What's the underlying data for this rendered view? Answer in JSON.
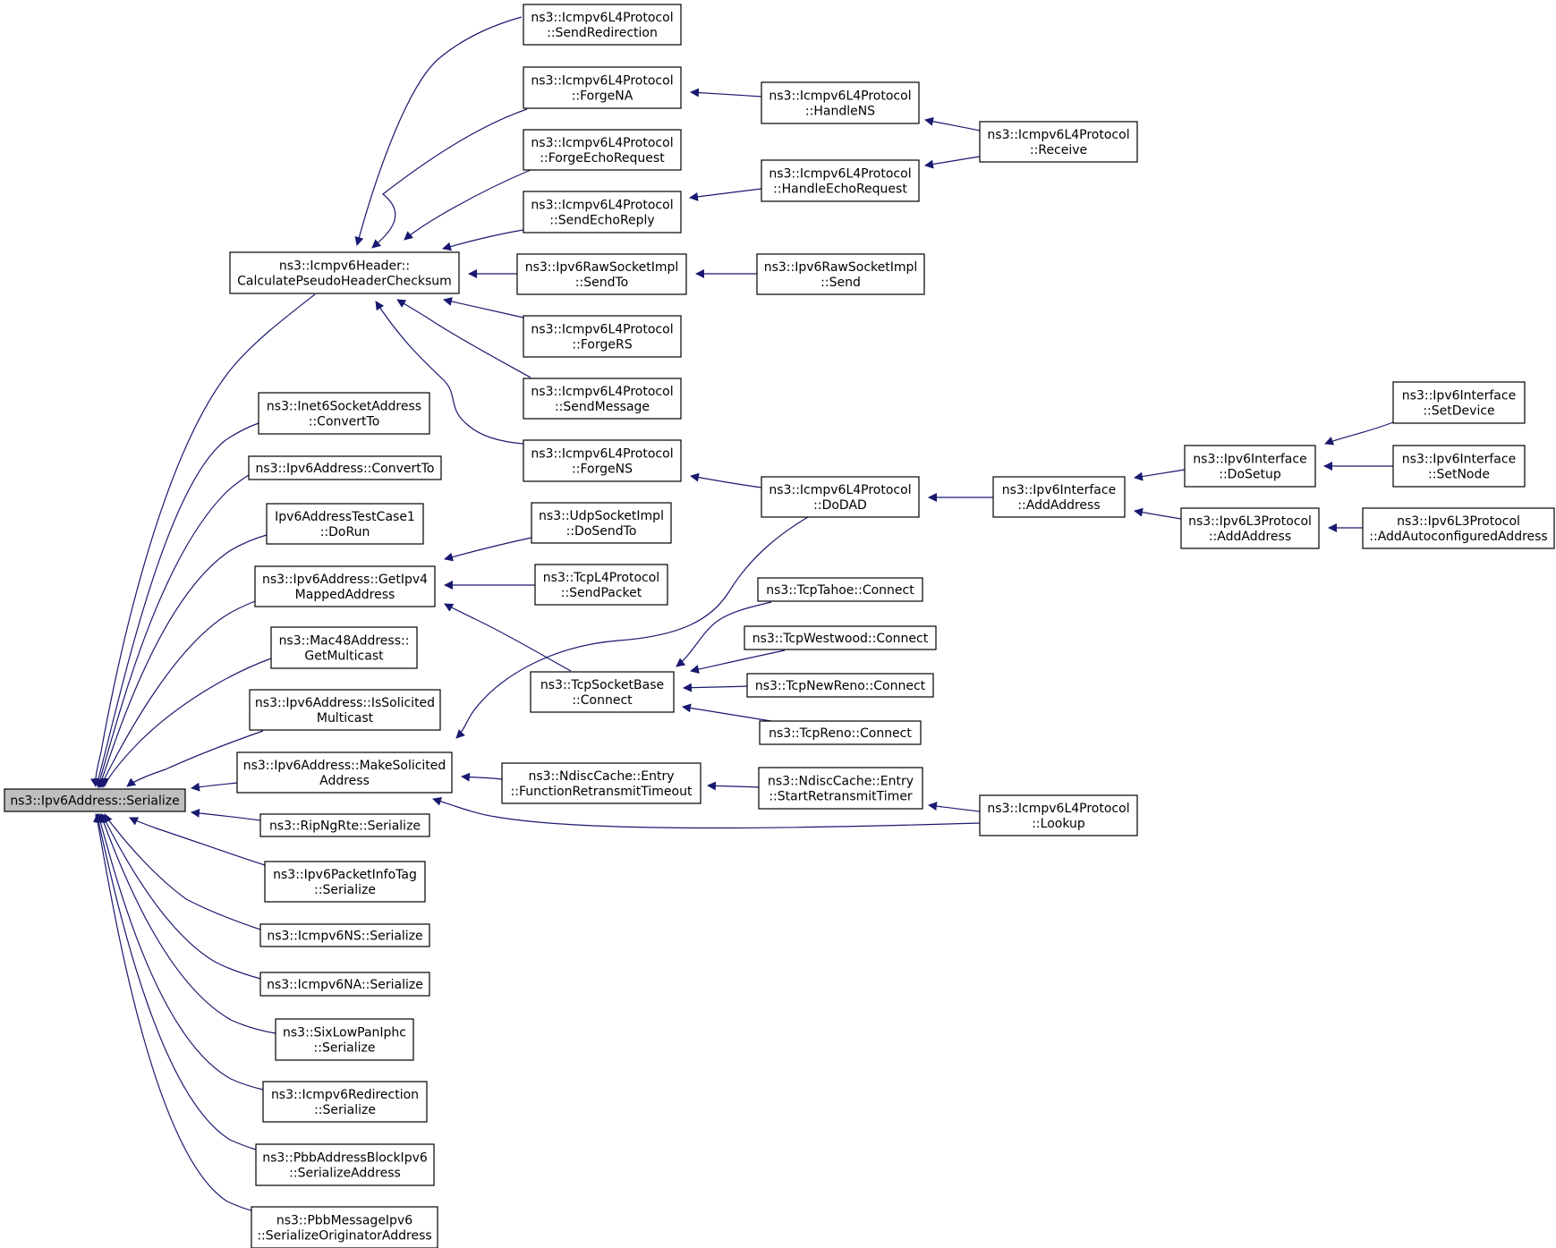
{
  "graph": {
    "edge_color": "#191970",
    "root_fill": "#bfbfbf",
    "nodes": [
      {
        "id": "serialize",
        "lines": [
          "ns3::Ipv6Address::Serialize"
        ],
        "root": true
      },
      {
        "id": "calcPseudo",
        "lines": [
          "ns3::Icmpv6Header::",
          "CalculatePseudoHeaderChecksum"
        ]
      },
      {
        "id": "inet6Convert",
        "lines": [
          "ns3::Inet6SocketAddress",
          "::ConvertTo"
        ]
      },
      {
        "id": "ipv6Convert",
        "lines": [
          "ns3::Ipv6Address::ConvertTo"
        ]
      },
      {
        "id": "testCase",
        "lines": [
          "Ipv6AddressTestCase1",
          "::DoRun"
        ]
      },
      {
        "id": "getIpv4Mapped",
        "lines": [
          "ns3::Ipv6Address::GetIpv4",
          "MappedAddress"
        ]
      },
      {
        "id": "mac48Multicast",
        "lines": [
          "ns3::Mac48Address::",
          "GetMulticast"
        ]
      },
      {
        "id": "isSolicited",
        "lines": [
          "ns3::Ipv6Address::IsSolicited",
          "Multicast"
        ]
      },
      {
        "id": "makeSolicited",
        "lines": [
          "ns3::Ipv6Address::MakeSolicited",
          "Address"
        ]
      },
      {
        "id": "ripNg",
        "lines": [
          "ns3::RipNgRte::Serialize"
        ]
      },
      {
        "id": "pktInfoTag",
        "lines": [
          "ns3::Ipv6PacketInfoTag",
          "::Serialize"
        ]
      },
      {
        "id": "icmpNS",
        "lines": [
          "ns3::Icmpv6NS::Serialize"
        ]
      },
      {
        "id": "icmpNA",
        "lines": [
          "ns3::Icmpv6NA::Serialize"
        ]
      },
      {
        "id": "sixLowPan",
        "lines": [
          "ns3::SixLowPanIphc",
          "::Serialize"
        ]
      },
      {
        "id": "icmpRedir",
        "lines": [
          "ns3::Icmpv6Redirection",
          "::Serialize"
        ]
      },
      {
        "id": "pbbBlock",
        "lines": [
          "ns3::PbbAddressBlockIpv6",
          "::SerializeAddress"
        ]
      },
      {
        "id": "pbbMsg",
        "lines": [
          "ns3::PbbMessageIpv6",
          "::SerializeOriginatorAddress"
        ]
      },
      {
        "id": "sendRedirection",
        "lines": [
          "ns3::Icmpv6L4Protocol",
          "::SendRedirection"
        ]
      },
      {
        "id": "forgeNA",
        "lines": [
          "ns3::Icmpv6L4Protocol",
          "::ForgeNA"
        ]
      },
      {
        "id": "forgeEcho",
        "lines": [
          "ns3::Icmpv6L4Protocol",
          "::ForgeEchoRequest"
        ]
      },
      {
        "id": "sendEchoReply",
        "lines": [
          "ns3::Icmpv6L4Protocol",
          "::SendEchoReply"
        ]
      },
      {
        "id": "rawSendTo",
        "lines": [
          "ns3::Ipv6RawSocketImpl",
          "::SendTo"
        ]
      },
      {
        "id": "forgeRS",
        "lines": [
          "ns3::Icmpv6L4Protocol",
          "::ForgeRS"
        ]
      },
      {
        "id": "sendMessage",
        "lines": [
          "ns3::Icmpv6L4Protocol",
          "::SendMessage"
        ]
      },
      {
        "id": "forgeNS",
        "lines": [
          "ns3::Icmpv6L4Protocol",
          "::ForgeNS"
        ]
      },
      {
        "id": "udpDoSendTo",
        "lines": [
          "ns3::UdpSocketImpl",
          "::DoSendTo"
        ]
      },
      {
        "id": "tcpSendPacket",
        "lines": [
          "ns3::TcpL4Protocol",
          "::SendPacket"
        ]
      },
      {
        "id": "tcpSockConnect",
        "lines": [
          "ns3::TcpSocketBase",
          "::Connect"
        ]
      },
      {
        "id": "ndiscRetransTimeout",
        "lines": [
          "ns3::NdiscCache::Entry",
          "::FunctionRetransmitTimeout"
        ]
      },
      {
        "id": "handleNS",
        "lines": [
          "ns3::Icmpv6L4Protocol",
          "::HandleNS"
        ]
      },
      {
        "id": "handleEcho",
        "lines": [
          "ns3::Icmpv6L4Protocol",
          "::HandleEchoRequest"
        ]
      },
      {
        "id": "rawSend",
        "lines": [
          "ns3::Ipv6RawSocketImpl",
          "::Send"
        ]
      },
      {
        "id": "doDAD",
        "lines": [
          "ns3::Icmpv6L4Protocol",
          "::DoDAD"
        ]
      },
      {
        "id": "tahoe",
        "lines": [
          "ns3::TcpTahoe::Connect"
        ]
      },
      {
        "id": "westwood",
        "lines": [
          "ns3::TcpWestwood::Connect"
        ]
      },
      {
        "id": "newReno",
        "lines": [
          "ns3::TcpNewReno::Connect"
        ]
      },
      {
        "id": "reno",
        "lines": [
          "ns3::TcpReno::Connect"
        ]
      },
      {
        "id": "startRetrans",
        "lines": [
          "ns3::NdiscCache::Entry",
          "::StartRetransmitTimer"
        ]
      },
      {
        "id": "receive",
        "lines": [
          "ns3::Icmpv6L4Protocol",
          "::Receive"
        ]
      },
      {
        "id": "lookup",
        "lines": [
          "ns3::Icmpv6L4Protocol",
          "::Lookup"
        ]
      },
      {
        "id": "ifAddAddress",
        "lines": [
          "ns3::Ipv6Interface",
          "::AddAddress"
        ]
      },
      {
        "id": "doSetup",
        "lines": [
          "ns3::Ipv6Interface",
          "::DoSetup"
        ]
      },
      {
        "id": "l3AddAddress",
        "lines": [
          "ns3::Ipv6L3Protocol",
          "::AddAddress"
        ]
      },
      {
        "id": "setDevice",
        "lines": [
          "ns3::Ipv6Interface",
          "::SetDevice"
        ]
      },
      {
        "id": "setNode",
        "lines": [
          "ns3::Ipv6Interface",
          "::SetNode"
        ]
      },
      {
        "id": "addAutoconf",
        "lines": [
          "ns3::Ipv6L3Protocol",
          "::AddAutoconfiguredAddress"
        ]
      }
    ],
    "edges": [
      {
        "from": "calcPseudo",
        "to": "serialize"
      },
      {
        "from": "inet6Convert",
        "to": "serialize"
      },
      {
        "from": "ipv6Convert",
        "to": "serialize"
      },
      {
        "from": "testCase",
        "to": "serialize"
      },
      {
        "from": "getIpv4Mapped",
        "to": "serialize"
      },
      {
        "from": "mac48Multicast",
        "to": "serialize"
      },
      {
        "from": "isSolicited",
        "to": "serialize"
      },
      {
        "from": "makeSolicited",
        "to": "serialize"
      },
      {
        "from": "ripNg",
        "to": "serialize"
      },
      {
        "from": "pktInfoTag",
        "to": "serialize"
      },
      {
        "from": "icmpNS",
        "to": "serialize"
      },
      {
        "from": "icmpNA",
        "to": "serialize"
      },
      {
        "from": "sixLowPan",
        "to": "serialize"
      },
      {
        "from": "icmpRedir",
        "to": "serialize"
      },
      {
        "from": "pbbBlock",
        "to": "serialize"
      },
      {
        "from": "pbbMsg",
        "to": "serialize"
      },
      {
        "from": "sendRedirection",
        "to": "calcPseudo"
      },
      {
        "from": "forgeNA",
        "to": "calcPseudo"
      },
      {
        "from": "forgeEcho",
        "to": "calcPseudo"
      },
      {
        "from": "sendEchoReply",
        "to": "calcPseudo"
      },
      {
        "from": "rawSendTo",
        "to": "calcPseudo"
      },
      {
        "from": "forgeRS",
        "to": "calcPseudo"
      },
      {
        "from": "sendMessage",
        "to": "calcPseudo"
      },
      {
        "from": "forgeNS",
        "to": "calcPseudo"
      },
      {
        "from": "udpDoSendTo",
        "to": "getIpv4Mapped"
      },
      {
        "from": "tcpSendPacket",
        "to": "getIpv4Mapped"
      },
      {
        "from": "tcpSockConnect",
        "to": "getIpv4Mapped"
      },
      {
        "from": "doDAD",
        "to": "makeSolicited"
      },
      {
        "from": "ndiscRetransTimeout",
        "to": "makeSolicited"
      },
      {
        "from": "lookup",
        "to": "makeSolicited"
      },
      {
        "from": "handleNS",
        "to": "forgeNA"
      },
      {
        "from": "handleEcho",
        "to": "sendEchoReply"
      },
      {
        "from": "rawSend",
        "to": "rawSendTo"
      },
      {
        "from": "doDAD",
        "to": "forgeNS"
      },
      {
        "from": "tahoe",
        "to": "tcpSockConnect"
      },
      {
        "from": "westwood",
        "to": "tcpSockConnect"
      },
      {
        "from": "newReno",
        "to": "tcpSockConnect"
      },
      {
        "from": "reno",
        "to": "tcpSockConnect"
      },
      {
        "from": "startRetrans",
        "to": "ndiscRetransTimeout"
      },
      {
        "from": "receive",
        "to": "handleNS"
      },
      {
        "from": "receive",
        "to": "handleEcho"
      },
      {
        "from": "lookup",
        "to": "startRetrans"
      },
      {
        "from": "ifAddAddress",
        "to": "doDAD"
      },
      {
        "from": "doSetup",
        "to": "ifAddAddress"
      },
      {
        "from": "l3AddAddress",
        "to": "ifAddAddress"
      },
      {
        "from": "setDevice",
        "to": "doSetup"
      },
      {
        "from": "setNode",
        "to": "doSetup"
      },
      {
        "from": "addAutoconf",
        "to": "l3AddAddress"
      }
    ]
  }
}
